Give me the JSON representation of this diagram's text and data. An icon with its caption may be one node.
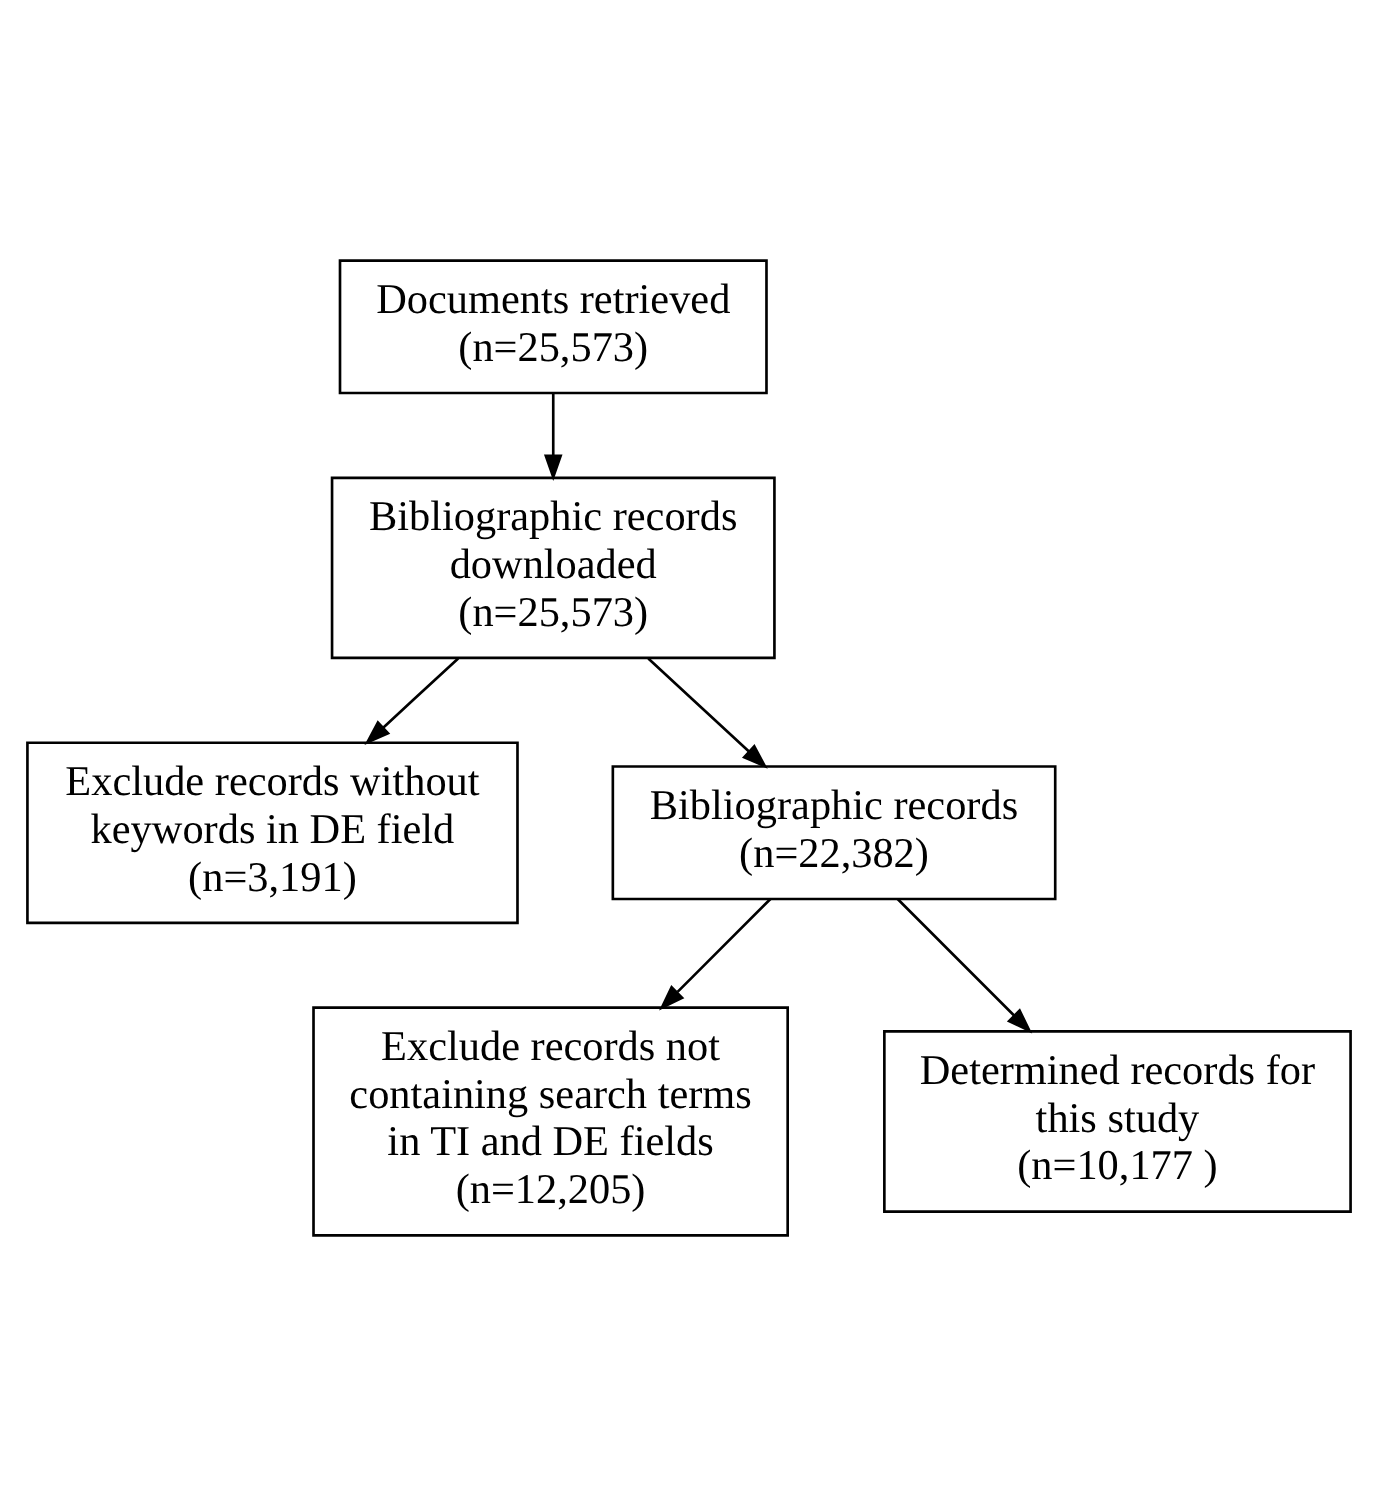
{
  "diagram": {
    "nodes": [
      {
        "text": [
          "Documents retrieved",
          "(n=25,573)"
        ]
      },
      {
        "text": [
          "Bibliographic records downloaded",
          "(n=25,573)"
        ]
      },
      {
        "text": [
          "Exclude records without keywords in DE field",
          "(n=3,191)"
        ]
      },
      {
        "text": [
          "Bibliographic records",
          "(n=22,382)"
        ]
      },
      {
        "text": [
          "Exclude records not containing search terms in TI and DE fields",
          "(n=12,205)"
        ]
      },
      {
        "text": [
          "Determined records for this study",
          "(n=10,177 )"
        ]
      }
    ],
    "edges": [
      {
        "from": 0,
        "to": 1,
        "arrow": "to"
      },
      {
        "from": 1,
        "to": 2,
        "arrow": "to"
      },
      {
        "from": 1,
        "to": 3,
        "arrow": "to"
      },
      {
        "from": 3,
        "to": 4,
        "arrow": "to"
      },
      {
        "from": 3,
        "to": 5,
        "arrow": "to"
      }
    ]
  }
}
